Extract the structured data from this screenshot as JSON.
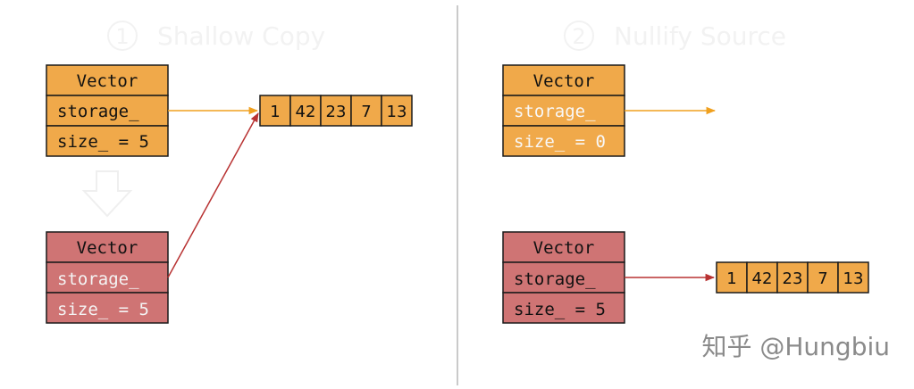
{
  "colors": {
    "background": "#ffffff",
    "orange_fill": "#f0a94a",
    "red_fill": "#cf7474",
    "stroke": "#1a1a1a",
    "divider": "#b8b8b8",
    "faint_text": "#f2f2f2",
    "orange_arrow": "#f0a01e",
    "red_arrow": "#b83232",
    "watermark": "#8a8a8a"
  },
  "panel1": {
    "number": "1",
    "title": "Shallow Copy",
    "source": {
      "header": "Vector",
      "storage": "storage_",
      "size": "size_ = 5"
    },
    "copy": {
      "header": "Vector",
      "storage": "storage_",
      "size": "size_ = 5"
    },
    "array": [
      "1",
      "42",
      "23",
      "7",
      "13"
    ]
  },
  "panel2": {
    "number": "2",
    "title": "Nullify Source",
    "source": {
      "header": "Vector",
      "storage": "storage_",
      "size": "size_ = 0"
    },
    "target": {
      "header": "Vector",
      "storage": "storage_",
      "size": "size_ = 5"
    },
    "array": [
      "1",
      "42",
      "23",
      "7",
      "13"
    ]
  },
  "watermark": "知乎 @Hungbiu"
}
